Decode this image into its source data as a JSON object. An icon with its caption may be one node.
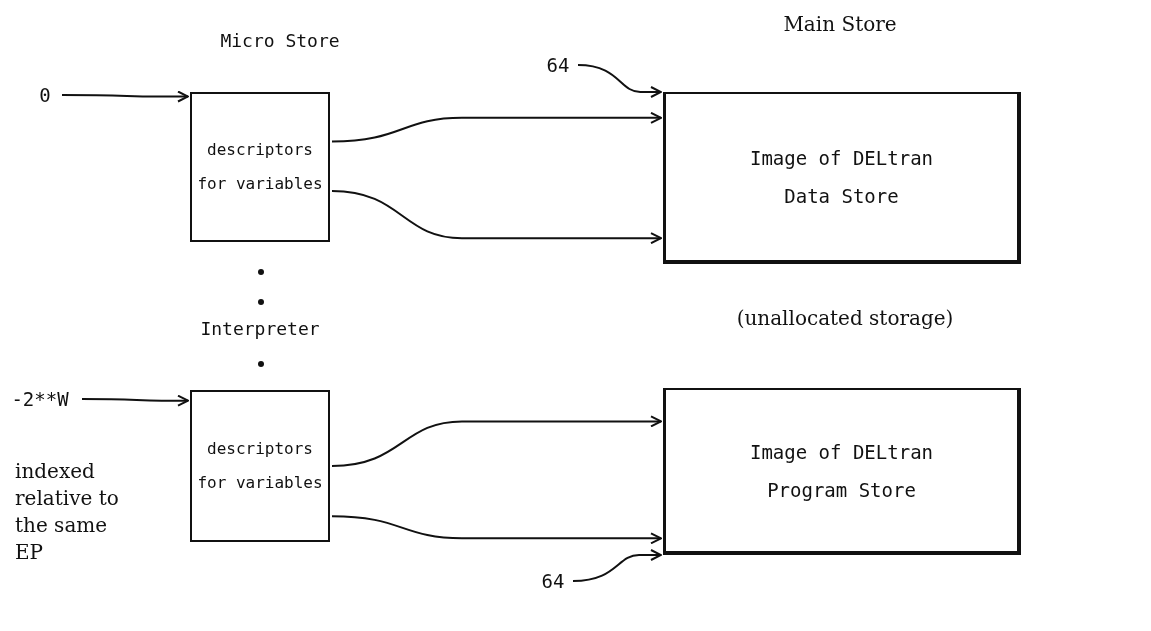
{
  "diagram": {
    "nodes": [
      {
        "text": [
          "descriptors for variables"
        ]
      },
      {
        "text": [
          "descriptors for variables"
        ]
      },
      {
        "text": [
          "Image of DELtran Data Store"
        ]
      },
      {
        "text": [
          "Image of DELtran Program Store"
        ]
      },
      {
        "text": [
          "0"
        ]
      },
      {
        "text": [
          "64"
        ]
      },
      {
        "text": [
          "-2**W"
        ]
      },
      {
        "text": [
          "64"
        ]
      }
    ],
    "edges": [
      {
        "from": 0,
        "to": 2,
        "arrow": "to"
      },
      {
        "from": 0,
        "to": 2,
        "arrow": "to"
      },
      {
        "from": 1,
        "to": 3,
        "arrow": "to"
      },
      {
        "from": 1,
        "to": 3,
        "arrow": "to"
      },
      {
        "from": 4,
        "to": 0,
        "arrow": "to"
      },
      {
        "from": 5,
        "to": 2,
        "arrow": "to"
      },
      {
        "from": 6,
        "to": 1,
        "arrow": "to"
      },
      {
        "from": 7,
        "to": 3,
        "arrow": "to"
      }
    ],
    "labels": [
      "Main Store",
      "Micro Store",
      "Interpreter",
      "(unallocated storage)",
      "indexed relative to the same EP"
    ]
  }
}
